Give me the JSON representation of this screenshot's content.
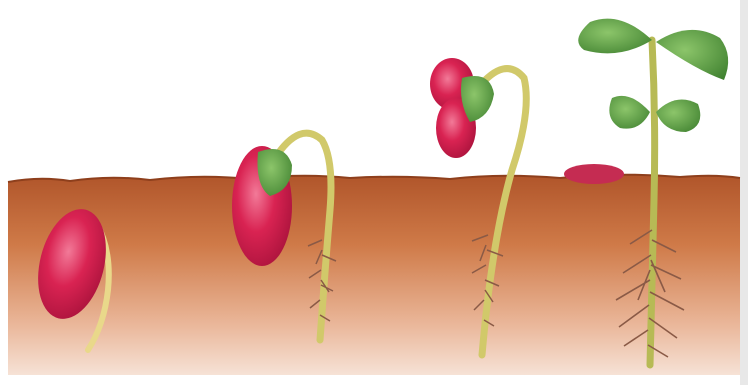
{
  "scene": {
    "stages": [
      {
        "name": "seed-in-soil",
        "stage": 1
      },
      {
        "name": "hook-emerging",
        "stage": 2
      },
      {
        "name": "cotyledons-lifted",
        "stage": 3
      },
      {
        "name": "seedling-with-leaves",
        "stage": 4
      }
    ],
    "colors": {
      "sky": "#ffffff",
      "soil_top": "#b35a2b",
      "soil_mid": "#d98a5a",
      "soil_bottom": "#f3d6c4",
      "seed": "#d61f4d",
      "seed_highlight": "#f06a8a",
      "stem": "#c9c86a",
      "leaf": "#4e9a3d",
      "root": "#8a5a46"
    }
  }
}
